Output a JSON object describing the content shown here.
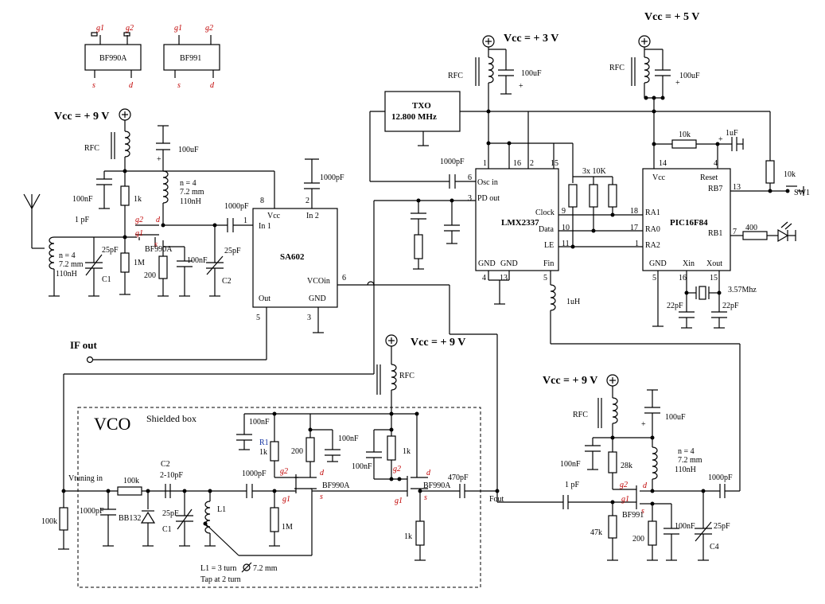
{
  "packages": {
    "bf990a": {
      "name": "BF990A",
      "g1": "g1",
      "g2": "g2",
      "s": "s",
      "d": "d"
    },
    "bf991": {
      "name": "BF991",
      "g1": "g1",
      "g2": "g2",
      "s": "s",
      "d": "d"
    }
  },
  "supplies": {
    "v9_mixer": "Vcc = + 9 V",
    "v3": "Vcc = + 3 V",
    "v5": "Vcc = + 5 V",
    "v9_vco": "Vcc = + 9 V",
    "v9_buffer": "Vcc = + 9 V"
  },
  "mixer_stage": {
    "rfc": "RFC",
    "c_100uf": "100uF",
    "r_1k": "1k",
    "c_100nf": "100nF",
    "c_1pf": "1 pF",
    "coil_n": "n = 4",
    "coil_d": "7.2 mm",
    "coil_l": "110nH",
    "c_25pf": "25pF",
    "c1": "C1",
    "r_1m": "1M",
    "r_200": "200",
    "c_100nf_b": "100nF",
    "c_25pf_b": "25pF",
    "c2": "C2",
    "coil2_n": "n = 4",
    "coil2_d": "7.2 mm",
    "coil2_l": "110nH",
    "fet": "BF990A",
    "c_1000pf": "1000pF"
  },
  "sa602": {
    "name": "SA602",
    "vcc": "Vcc",
    "in1": "In 1",
    "in2": "In 2",
    "vcoin": "VCOin",
    "out": "Out",
    "gnd": "GND",
    "p8": "8",
    "p1": "1",
    "p2": "2",
    "p6": "6",
    "p5": "5",
    "p3": "3",
    "c_1000pf": "1000pF",
    "if_out": "IF out"
  },
  "txo": {
    "line1": "TXO",
    "line2": "12.800 MHz"
  },
  "lmx": {
    "name": "LMX2337",
    "osc_in": "Osc in",
    "pd_out": "PD out",
    "clock": "Clock",
    "data": "Data",
    "le": "LE",
    "gnd": "GND",
    "fin": "Fin",
    "p1": "1",
    "p16": "16",
    "p2": "2",
    "p15": "15",
    "p6": "6",
    "p3": "3",
    "p9": "9",
    "p10": "10",
    "p11": "11",
    "p4": "4",
    "p13": "13",
    "p5": "5",
    "c_1000pf": "1000pF",
    "rfc": "RFC",
    "c_100uf": "100uF",
    "r_3x10k": "3x 10K",
    "l_1uh": "1uH"
  },
  "pic": {
    "name": "PIC16F84",
    "vcc": "Vcc",
    "reset": "Reset",
    "rb7": "RB7",
    "rb1": "RB1",
    "ra1": "RA1",
    "ra0": "RA0",
    "ra2": "RA2",
    "gnd": "GND",
    "xin": "Xin",
    "xout": "Xout",
    "p14": "14",
    "p4": "4",
    "p13": "13",
    "p18": "18",
    "p17": "17",
    "p1": "1",
    "p7": "7",
    "p5": "5",
    "p16": "16",
    "p15": "15",
    "r_10k": "10k",
    "c_1uf": "1uF",
    "r_10k_b": "10k",
    "sw1": "SW1",
    "r_400": "400",
    "xtal": "3.57Mhz",
    "c_22pf_a": "22pF",
    "c_22pf_b": "22pF",
    "rfc": "RFC",
    "c_100uf": "100uF"
  },
  "vco": {
    "title": "VCO",
    "box": "Shielded box",
    "vtuning": "Vtuning in",
    "r_100k": "100k",
    "c2": "C2",
    "c2_range": "2-10pF",
    "c_1000pf_in": "1000pF",
    "r_100k_in": "100k",
    "varicap": "BB132",
    "c_25pf": "25pF",
    "c1": "C1",
    "l1": "L1",
    "c_1000pf": "1000pF",
    "c_100nf": "100nF",
    "r1": "R1",
    "r1_val": "1k",
    "r_200": "200",
    "c_100nf_b": "100nF",
    "r_1m": "1M",
    "fet1": "BF990A",
    "rfc": "RFC",
    "c_100nf_c": "100nF",
    "r_1k": "1k",
    "fet2": "BF990A",
    "c_470pf": "470pF",
    "r_1k_b": "1k",
    "fout": "Fout",
    "note1": "L1 = 3 turn",
    "note_d": "7.2 mm",
    "note2": "Tap at 2 turn"
  },
  "buffer": {
    "rfc": "RFC",
    "c_100uf": "100uF",
    "c_100nf": "100nF",
    "r_28k": "28k",
    "coil_n": "n = 4",
    "coil_d": "7.2 mm",
    "coil_l": "110nH",
    "c_1000pf": "1000pF",
    "c_1pf": "1 pF",
    "r_47k": "47k",
    "fet": "BF991",
    "r_200": "200",
    "c_100nf_b": "100nF",
    "c_25pf": "25pF",
    "c4": "C4"
  }
}
